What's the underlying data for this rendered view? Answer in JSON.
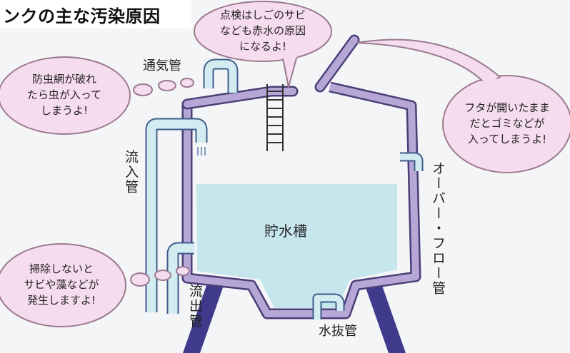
{
  "title": "ンクの主な汚染原因",
  "bubbles": {
    "rust": [
      "点検はしごのサビ",
      "なども赤水の原因",
      "になるよ!"
    ],
    "insect": [
      "防虫網が破れ",
      "たら虫が入って",
      "しまうよ!"
    ],
    "lid": [
      "フタが開いたまま",
      "だとゴミなどが",
      "入ってしまうよ!"
    ],
    "cleaning": [
      "掃除しないと",
      "サビや藻などが",
      "発生しますよ!"
    ]
  },
  "labels": {
    "vent_pipe": "通気管",
    "inflow_pipe": "流入管",
    "outflow_pipe": "流出管",
    "overflow_pipe": "オーバー・フロー管",
    "drain_pipe": "水抜管",
    "tank": "貯水槽"
  },
  "colors": {
    "bubble_fill": "#f6dcef",
    "bubble_stroke": "#9a7a8e",
    "tank_wall": "#b7a7d6",
    "tank_wall_stroke": "#4a3e78",
    "water": "#c6e6ee",
    "pipe": "#d3ecf1",
    "pipe_stroke": "#3f5c8a",
    "legs": "#3f3a8c"
  }
}
